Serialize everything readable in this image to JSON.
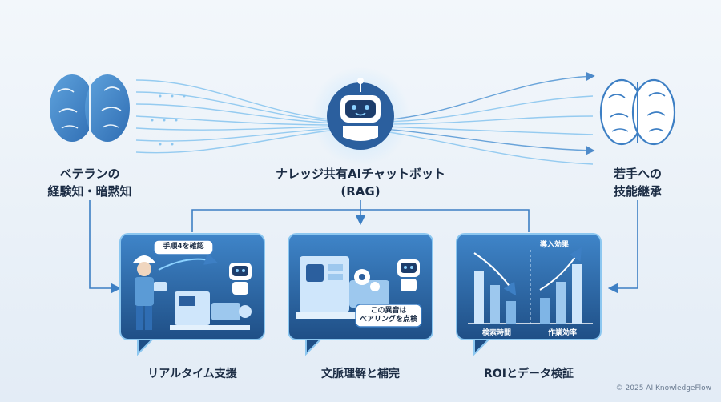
{
  "left_node": {
    "line1": "ベテランの",
    "line2": "経験知・暗黙知"
  },
  "center_node": {
    "line1": "ナレッジ共有AIチャットボット",
    "line2": "(RAG)"
  },
  "right_node": {
    "line1": "若手への",
    "line2": "技能継承"
  },
  "panels": [
    {
      "caption": "リアルタイム支援",
      "bubble": "手順4を確認"
    },
    {
      "caption": "文脈理解と補完",
      "bubble_line1": "この異音は",
      "bubble_line2": "ベアリングを点検"
    },
    {
      "caption": "ROIとデータ検証",
      "label_effect": "導入効果",
      "label_search": "検索時間",
      "label_work": "作業効率"
    }
  ],
  "copyright": "© 2025 AI KnowledgeFlow",
  "colors": {
    "accent": "#3d7fc4",
    "panel_dark": "#1f4f86",
    "glow": "#8cc7f0",
    "text": "#1b2c44"
  },
  "icons": [
    "brain-icon",
    "robot-icon",
    "worker-icon",
    "machine-icon",
    "gear-icon",
    "chart-icon"
  ]
}
